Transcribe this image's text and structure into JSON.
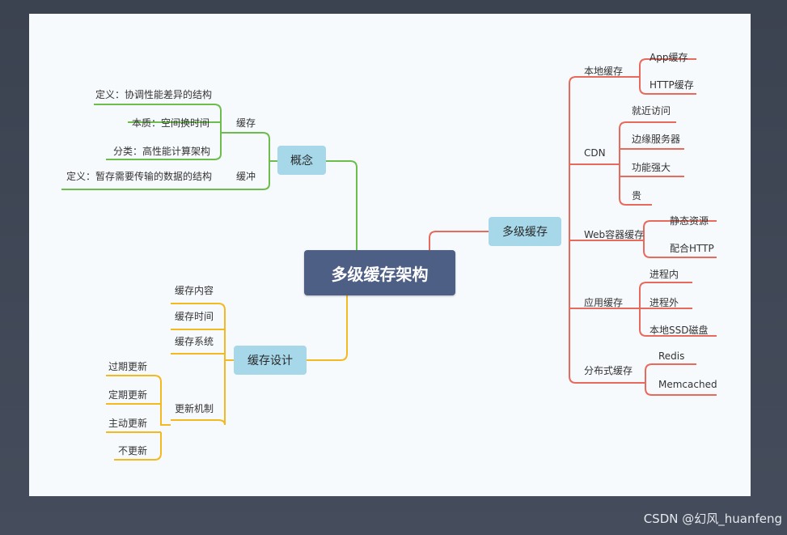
{
  "root": {
    "label": "多级缓存架构"
  },
  "branches": {
    "concept": {
      "label": "概念",
      "color": "#6dbd4d",
      "cache": {
        "label": "缓存",
        "items": [
          "定义：协调性能差异的结构",
          "本质：空间换时间",
          "分类：高性能计算架构"
        ]
      },
      "buffer": {
        "label": "缓冲",
        "items": [
          "定义：暂存需要传输的数据的结构"
        ]
      }
    },
    "design": {
      "label": "缓存设计",
      "color": "#f5b920",
      "items": [
        "缓存内容",
        "缓存时间",
        "缓存系统"
      ],
      "update": {
        "label": "更新机制",
        "items": [
          "过期更新",
          "定期更新",
          "主动更新",
          "不更新"
        ]
      }
    },
    "multi": {
      "label": "多级缓存",
      "color": "#e86a5c",
      "groups": [
        {
          "label": "本地缓存",
          "items": [
            "App缓存",
            "HTTP缓存"
          ]
        },
        {
          "label": "CDN",
          "items": [
            "就近访问",
            "边缘服务器",
            "功能强大",
            "贵"
          ]
        },
        {
          "label": "Web容器缓存",
          "items": [
            "静态资源",
            "配合HTTP"
          ]
        },
        {
          "label": "应用缓存",
          "items": [
            "进程内",
            "进程外",
            "本地SSD磁盘"
          ]
        },
        {
          "label": "分布式缓存",
          "items": [
            "Redis",
            "Memcached"
          ]
        }
      ]
    }
  },
  "watermark": "CSDN @幻风_huanfeng"
}
